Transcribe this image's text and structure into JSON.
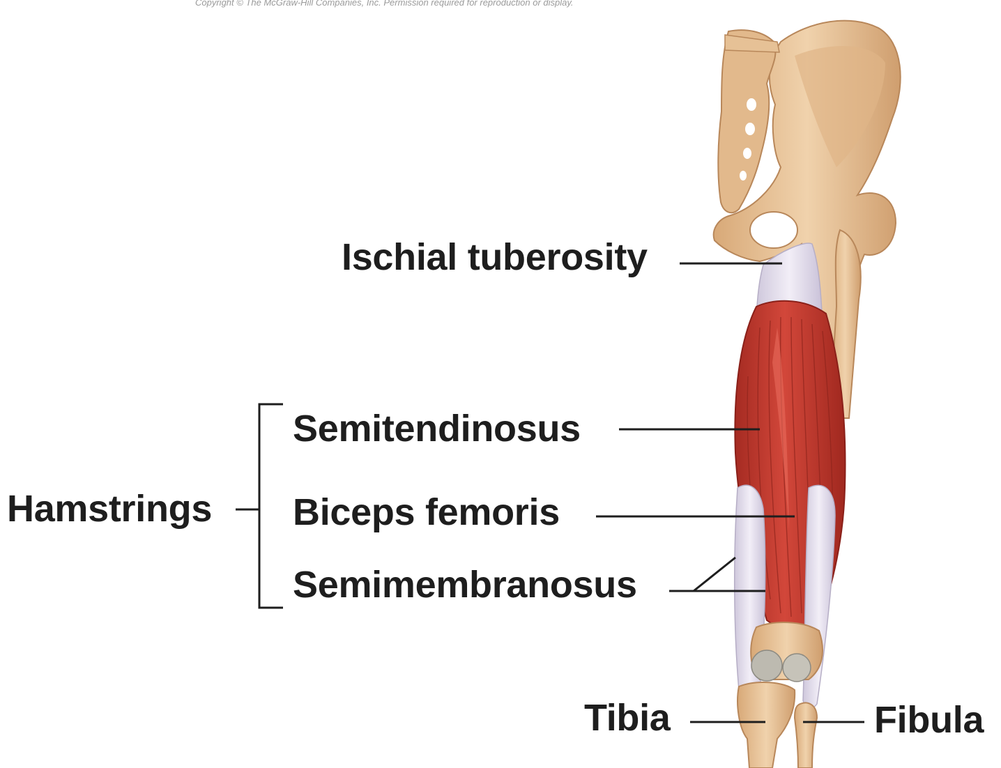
{
  "copyright": "Copyright © The McGraw-Hill Companies, Inc. Permission required for reproduction or display.",
  "labels": {
    "ischial_tuberosity": "Ischial tuberosity",
    "semitendinosus": "Semitendinosus",
    "biceps_femoris": "Biceps femoris",
    "semimembranosus": "Semimembranosus",
    "hamstrings": "Hamstrings",
    "tibia": "Tibia",
    "fibula": "Fibula"
  },
  "colors": {
    "bone": "#e7c49b",
    "bone_shadow": "#c99a6a",
    "muscle": "#c8392e",
    "muscle_dark": "#9e2a22",
    "tendon": "#e6e0ee",
    "leader_line": "#1e1e1e",
    "text": "#1e1e1e"
  }
}
